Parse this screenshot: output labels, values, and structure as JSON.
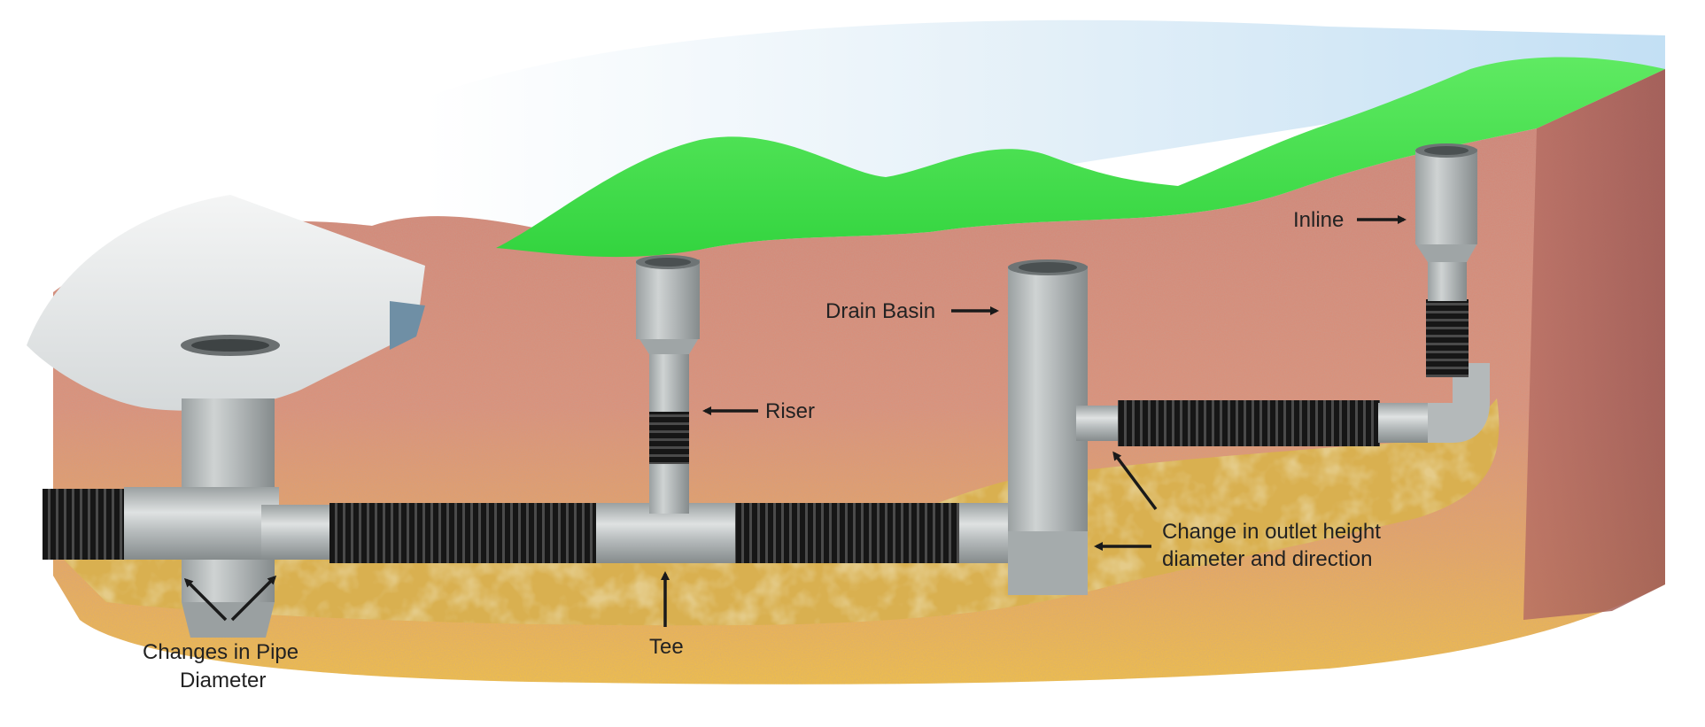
{
  "labels": {
    "inline": "Inline",
    "drain_basin": "Drain Basin",
    "riser": "Riser",
    "change_outlet_line1": "Change in outlet height",
    "change_outlet_line2": "diameter and direction",
    "changes_pipe_line1": "Changes in Pipe",
    "changes_pipe_line2": "Diameter",
    "tee": "Tee"
  },
  "colors": {
    "grass": "#3fe24a",
    "sky": "#cfe6f6",
    "soil": "#d98a7a",
    "gravel_bed": "#d6ad4a",
    "ground_bottom": "#f2c23a",
    "pipe_grey": "#b9bdbe",
    "corrugated_pipe": "#1c1c1c",
    "slab": "#e3e6e7"
  }
}
